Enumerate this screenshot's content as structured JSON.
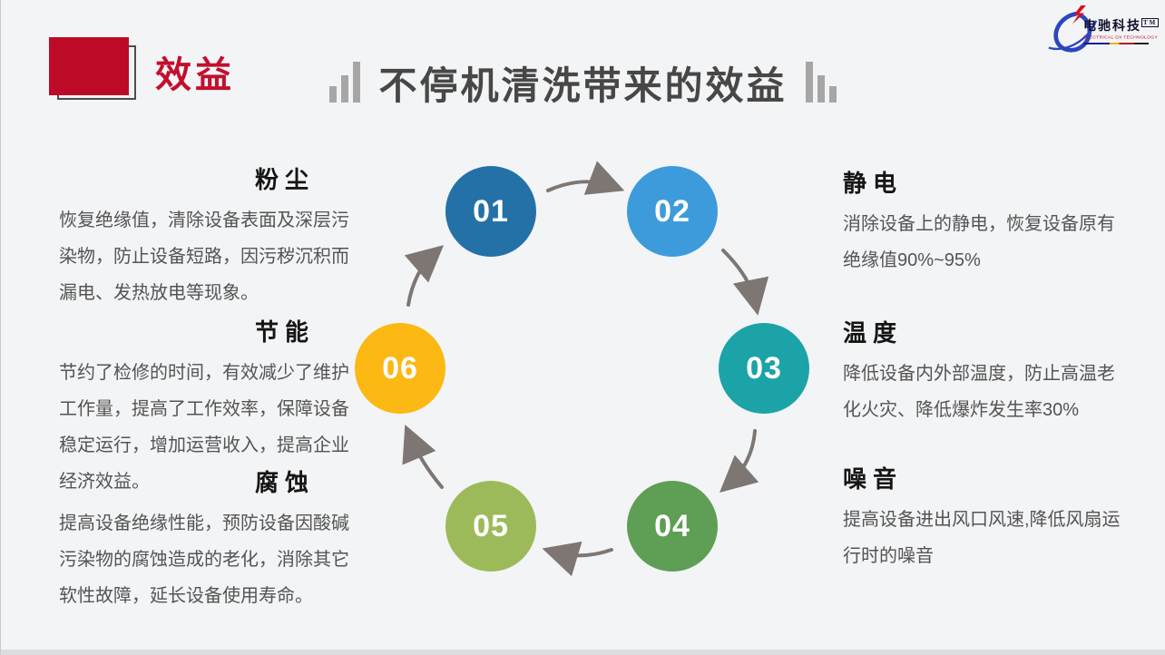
{
  "header": {
    "section_label": "效益",
    "title": "不停机清洗带来的效益"
  },
  "logo": {
    "brand": "电驰科技",
    "trademark": "TM",
    "tagline": "ELECTRICAL DX TECHNOLOGY"
  },
  "cycle": {
    "steps": [
      {
        "num": "01",
        "color": "#2471a8"
      },
      {
        "num": "02",
        "color": "#3e9bdb"
      },
      {
        "num": "03",
        "color": "#1ca3a8"
      },
      {
        "num": "04",
        "color": "#5f9e55"
      },
      {
        "num": "05",
        "color": "#9dba5a"
      },
      {
        "num": "06",
        "color": "#fcb813"
      }
    ],
    "arrow_color": "#7d7672"
  },
  "benefits": {
    "left": [
      {
        "title": "粉尘",
        "body": "恢复绝缘值，清除设备表面及深层污染物，防止设备短路，因污秽沉积而漏电、发热放电等现象。"
      },
      {
        "title": "节能",
        "body": "节约了检修的时间，有效减少了维护工作量，提高了工作效率，保障设备稳定运行，增加运营收入，提高企业经济效益。"
      },
      {
        "title": "腐蚀",
        "body": "提高设备绝缘性能，预防设备因酸碱污染物的腐蚀造成的老化，消除其它软性故障，延长设备使用寿命。"
      }
    ],
    "right": [
      {
        "title": "静电",
        "body": "消除设备上的静电，恢复设备原有绝缘值90%~95%"
      },
      {
        "title": "温度",
        "body": "降低设备内外部温度，防止高温老化火灾、降低爆炸发生率30%"
      },
      {
        "title": "噪音",
        "body": "提高设备进出风口风速,降低风扇运行时的噪音"
      }
    ]
  },
  "colors": {
    "background": "#f3f4f6",
    "accent_red": "#bd0a26",
    "title_text": "#474747",
    "heading_text": "#151515",
    "body_text": "#545454",
    "decor_bar_gray": "#a6a6a6"
  }
}
